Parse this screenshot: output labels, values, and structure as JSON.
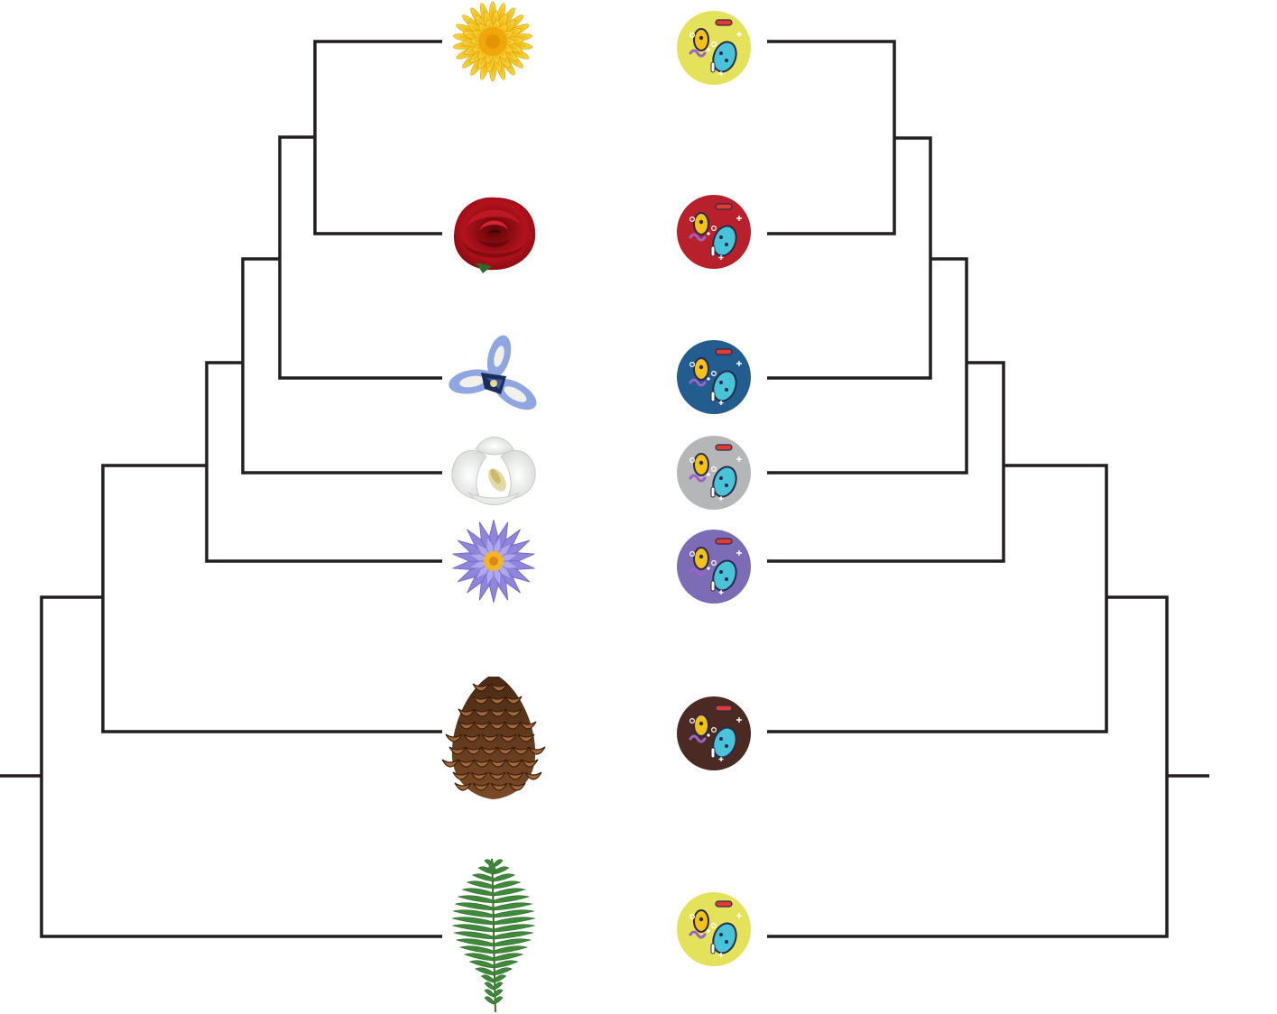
{
  "diagram": {
    "type": "cophylogeny",
    "line_color": "#231f20",
    "plants": [
      {
        "id": "chrysanthemum",
        "icon": "yellow-chrysanthemum-icon",
        "color": "#f2c21b"
      },
      {
        "id": "rose",
        "icon": "red-rose-icon",
        "color": "#b3121c"
      },
      {
        "id": "iris",
        "icon": "blue-iris-icon",
        "color": "#5a78c9"
      },
      {
        "id": "magnolia",
        "icon": "white-magnolia-icon",
        "color": "#f4f4f2"
      },
      {
        "id": "water-lily",
        "icon": "purple-water-lily-icon",
        "color": "#8f86dc"
      },
      {
        "id": "pine-cone",
        "icon": "pine-cone-icon",
        "color": "#6b3d1f"
      },
      {
        "id": "fern",
        "icon": "fern-frond-icon",
        "color": "#3f8a3a"
      }
    ],
    "microbe_badges": [
      {
        "icon": "microbe-badge-icon",
        "color": "#e4e25a"
      },
      {
        "icon": "microbe-badge-icon",
        "color": "#b8212b"
      },
      {
        "icon": "microbe-badge-icon",
        "color": "#235c8e"
      },
      {
        "icon": "microbe-badge-icon",
        "color": "#b4b6b8"
      },
      {
        "icon": "microbe-badge-icon",
        "color": "#7c6cb5"
      },
      {
        "icon": "microbe-badge-icon",
        "color": "#4a2a22"
      },
      {
        "icon": "microbe-badge-icon",
        "color": "#e4e25a"
      }
    ]
  }
}
